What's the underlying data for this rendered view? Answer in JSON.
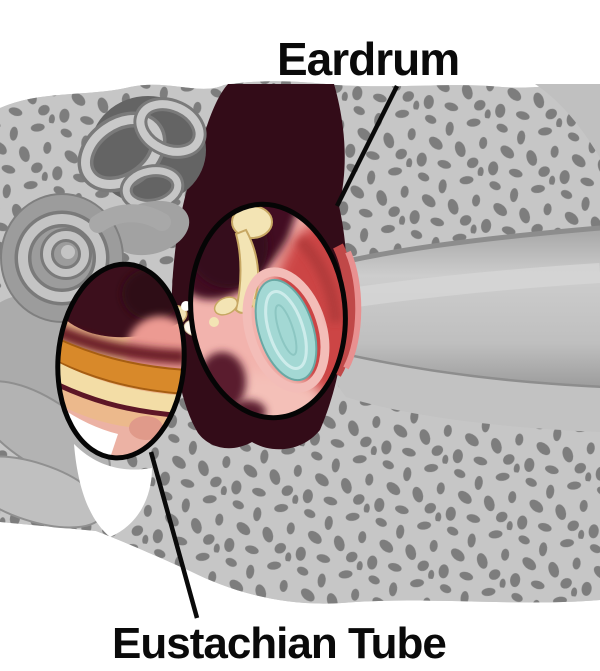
{
  "diagram": {
    "type": "ear-anatomy-cross-section",
    "labels": {
      "eardrum": "Eardrum",
      "eustachian_tube": "Eustachian Tube"
    },
    "colors": {
      "background": "#ffffff",
      "bone_base": "#c6c6c6",
      "bone_speckle": "#7d7d7d",
      "ear_canal_gray": "#c2c2c2",
      "middle_ear_cavity_dark": "#330c18",
      "eardrum_membrane_teal": "#a3d8d4",
      "membrane_rim_pink": "#f3bdb8",
      "inflamed_red": "#cc4444",
      "eustachian_tube_orange": "#d8892a",
      "ossicle_bone_cream": "#f3e4b4",
      "annotation_black": "#000000"
    }
  }
}
